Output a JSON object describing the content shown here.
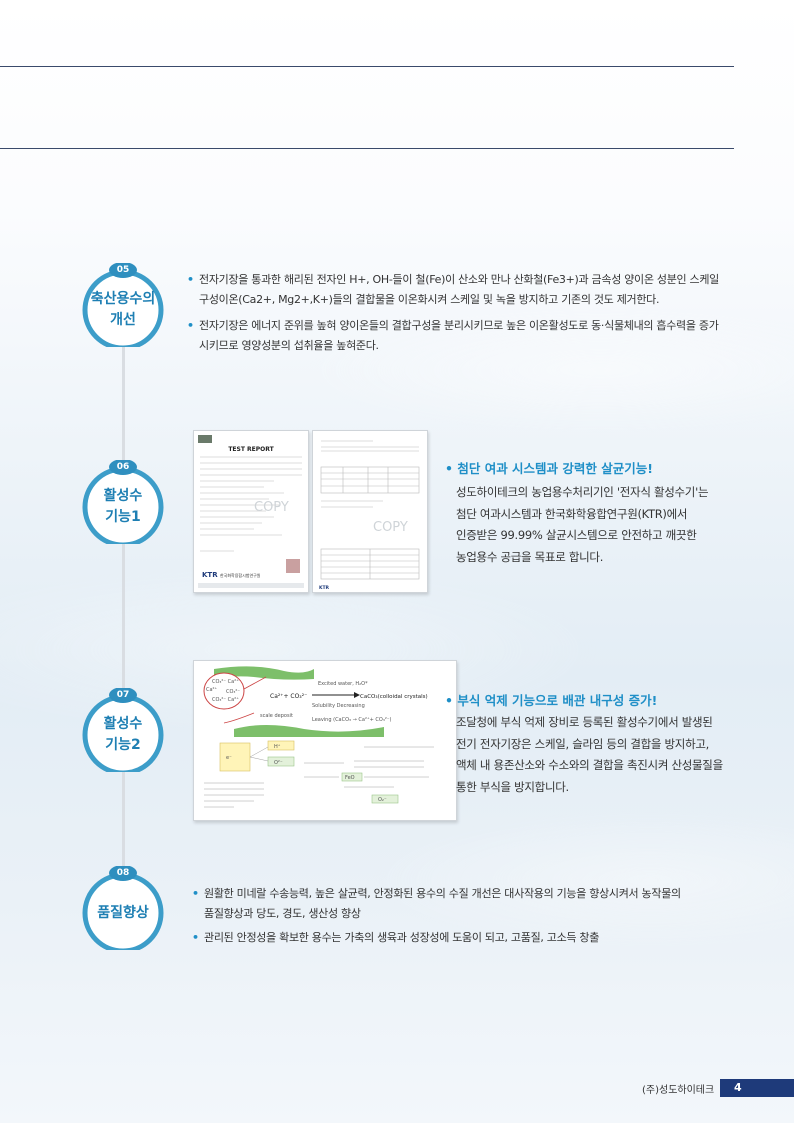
{
  "sections": [
    {
      "num": "05",
      "title_lines": [
        "축산용수의",
        "개선"
      ],
      "bullets": [
        "전자기장을 통과한 해리된 전자인 H+, OH-들이 철(Fe)이 산소와 만나 산화철(Fe3+)과 금속성 양이온 성분인 스케일 구성이온(Ca2+, Mg2+,K+)들의 결합물을 이온화시켜 스케일 및 녹을 방지하고 기존의 것도 제거한다.",
        "전자기장은 에너지 준위를 높혀 양이온들의 결합구성을 분리시키므로 높은 이온활성도로 동·식물체내의 흡수력을 증가시키므로 영양성분의 섭취율을 높혀준다."
      ]
    },
    {
      "num": "06",
      "title_lines": [
        "활성수",
        "기능1"
      ],
      "headline": "첨단 여과 시스템과 강력한 살균기능!",
      "para_lines": [
        "성도하이테크의 농업용수처리기인 '전자식 활성수기'는",
        "첨단 여과시스템과 한국화학융합연구원(KTR)에서",
        "인증받은 99.99% 살균시스템으로 안전하고 깨끗한",
        "농업용수 공급을 목표로 합니다."
      ]
    },
    {
      "num": "07",
      "title_lines": [
        "활성수",
        "기능2"
      ],
      "headline": "부식 억제 기능으로 배관 내구성 증가!",
      "para_lines": [
        "조달청에 부식 억제 장비로 등록된 활성수기에서 발생된",
        "전기 전자기장은 스케일, 슬라임 등의 결합을 방지하고,",
        "액체 내 용존산소와 수소와의 결합을 촉진시켜 산성물질을",
        "통한 부식을 방지합니다."
      ]
    },
    {
      "num": "08",
      "title_lines": [
        "품질향상"
      ],
      "bullets": [
        "원활한 미네랄 수송능력, 높은 살균력, 안정화된 용수의 수질 개선은 대사작용의 기능을 향상시켜서 농작물의 품질향상과 당도, 경도, 생산성 향상",
        "관리된 안정성을 확보한 용수는 가축의 생육과 성장성에 도움이 되고, 고품질, 고소득 창출"
      ]
    }
  ],
  "report": {
    "title": "TEST REPORT",
    "watermark": "COPY",
    "logo": "KTR",
    "logo_sub": "한국화학융합시험연구원",
    "page2_logo": "KTR"
  },
  "diagram": {
    "ions_labels": [
      "CO₃²⁻ Ca²⁺",
      "Ca²⁺",
      "CO₃²⁻",
      "CO₃²⁻ Ca²⁺"
    ],
    "reaction": "Ca²⁺+ CO₃²⁻",
    "arrow_text": "Excited water, H₂O*",
    "product": "CaCO₃(colloidal crystals)",
    "solubility": "Solubility Decreasing",
    "scale": "scale deposit",
    "leaving": "Leaving (CaCO₃ → Ca²⁺+ CO₃²⁻)",
    "hplus": "H⁺",
    "ohminus": "O²⁻",
    "fe": "e⁻",
    "fe2": "FeO",
    "fe3": "O₂⁻"
  },
  "footer": {
    "company": "(주)성도하이테크",
    "page": "4"
  },
  "colors": {
    "accent": "#1f8fc7",
    "navy": "#1e3a7a"
  }
}
